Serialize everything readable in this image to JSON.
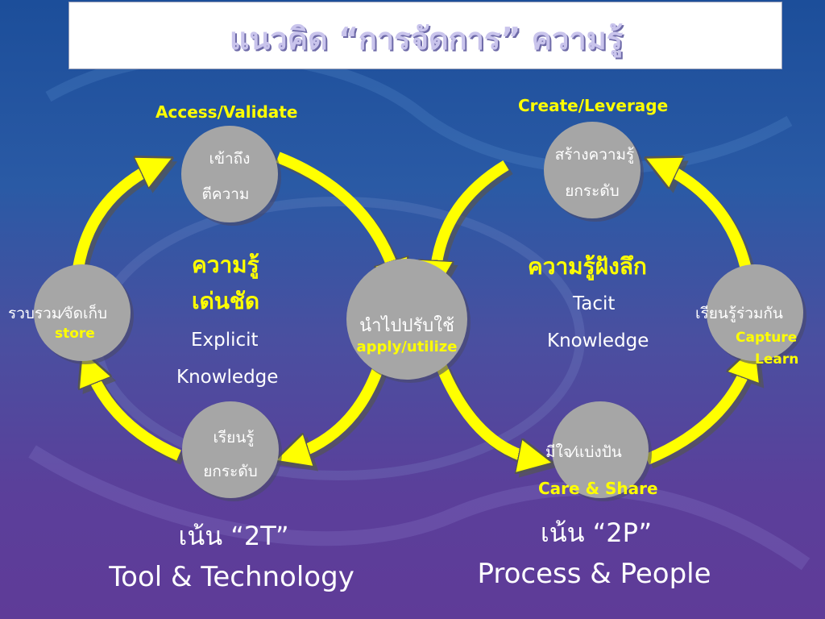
{
  "title": "แนวคิด “การจัดการ” ความรู้",
  "labels": {
    "access_validate": "Access/Validate",
    "create_leverage": "Create/Leverage",
    "store": "store",
    "apply_utilize": "apply/utilize",
    "capture": "Capture",
    "learn": "Learn",
    "care_share": "Care & Share"
  },
  "nodes": {
    "access_line1": "เข้าถึง",
    "access_line2": "ตีความ",
    "collect": "รวบรวม⁄จัดเก็บ",
    "apply": "นำไปปรับใช้",
    "learn_up_line1": "เรียนรู้",
    "learn_up_line2": "ยกระดับ",
    "create_line1": "สร้างความรู้",
    "create_line2": "ยกระดับ",
    "learn_together": "เรียนรู้ร่วมกัน",
    "share": "มีใจ⁄แบ่งปัน"
  },
  "explicit": {
    "thai_line1": "ความรู้",
    "thai_line2": "เด่นชัด",
    "en_line1": "Explicit",
    "en_line2": "Knowledge"
  },
  "tacit": {
    "thai": "ความรู้ฝังลึก",
    "en_line1": "Tacit",
    "en_line2": "Knowledge"
  },
  "footer": {
    "left_title": "เน้น “2T”",
    "left_sub": "Tool & Technology",
    "right_title": "เน้น “2P”",
    "right_sub": "Process & People"
  },
  "colors": {
    "node_fill": "#a6a6a6",
    "arrow": "#ffff00",
    "accent_text": "#ffff00"
  }
}
